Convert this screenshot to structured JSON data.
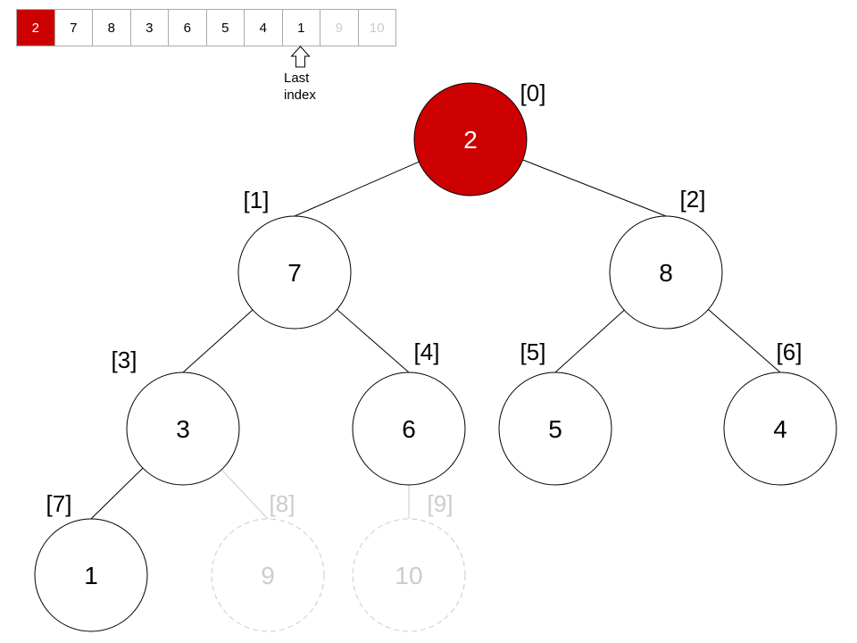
{
  "array": {
    "cells": [
      {
        "value": "2",
        "state": "active"
      },
      {
        "value": "7",
        "state": "normal"
      },
      {
        "value": "8",
        "state": "normal"
      },
      {
        "value": "3",
        "state": "normal"
      },
      {
        "value": "6",
        "state": "normal"
      },
      {
        "value": "5",
        "state": "normal"
      },
      {
        "value": "4",
        "state": "normal"
      },
      {
        "value": "1",
        "state": "normal"
      },
      {
        "value": "9",
        "state": "ghost"
      },
      {
        "value": "10",
        "state": "ghost"
      }
    ],
    "pointer_index": 7,
    "pointer_label_line1": "Last",
    "pointer_label_line2": "index"
  },
  "tree": {
    "nodes": [
      {
        "index": "[0]",
        "value": "2",
        "state": "active"
      },
      {
        "index": "[1]",
        "value": "7",
        "state": "normal"
      },
      {
        "index": "[2]",
        "value": "8",
        "state": "normal"
      },
      {
        "index": "[3]",
        "value": "3",
        "state": "normal"
      },
      {
        "index": "[4]",
        "value": "6",
        "state": "normal"
      },
      {
        "index": "[5]",
        "value": "5",
        "state": "normal"
      },
      {
        "index": "[6]",
        "value": "4",
        "state": "normal"
      },
      {
        "index": "[7]",
        "value": "1",
        "state": "normal"
      },
      {
        "index": "[8]",
        "value": "9",
        "state": "ghost"
      },
      {
        "index": "[9]",
        "value": "10",
        "state": "ghost"
      }
    ]
  },
  "colors": {
    "active": "#cc0000",
    "ghost": "#cccccc",
    "normal": "#000000"
  }
}
